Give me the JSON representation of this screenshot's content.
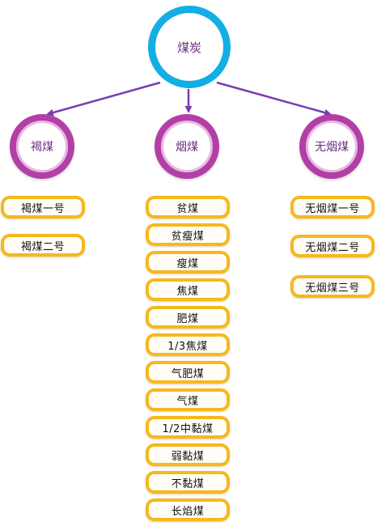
{
  "root": {
    "label": "煤炭",
    "icon": "ring-node"
  },
  "colors": {
    "root_ring": "#12aee4",
    "category_ring": "#b23fa6",
    "item_border": "#f6b81e",
    "arrow": "#7a3db3",
    "text_purple": "#6b2f86"
  },
  "categories": [
    {
      "label": "褐煤",
      "items": [
        "褐煤一号",
        "褐煤二号"
      ]
    },
    {
      "label": "烟煤",
      "items": [
        "贫煤",
        "贫瘦煤",
        "瘦煤",
        "焦煤",
        "肥煤",
        "1/3焦煤",
        "气肥煤",
        "气煤",
        "1/2中黏煤",
        "弱黏煤",
        "不黏煤",
        "长焰煤"
      ]
    },
    {
      "label": "无烟煤",
      "items": [
        "无烟煤一号",
        "无烟煤二号",
        "无烟煤三号"
      ]
    }
  ]
}
